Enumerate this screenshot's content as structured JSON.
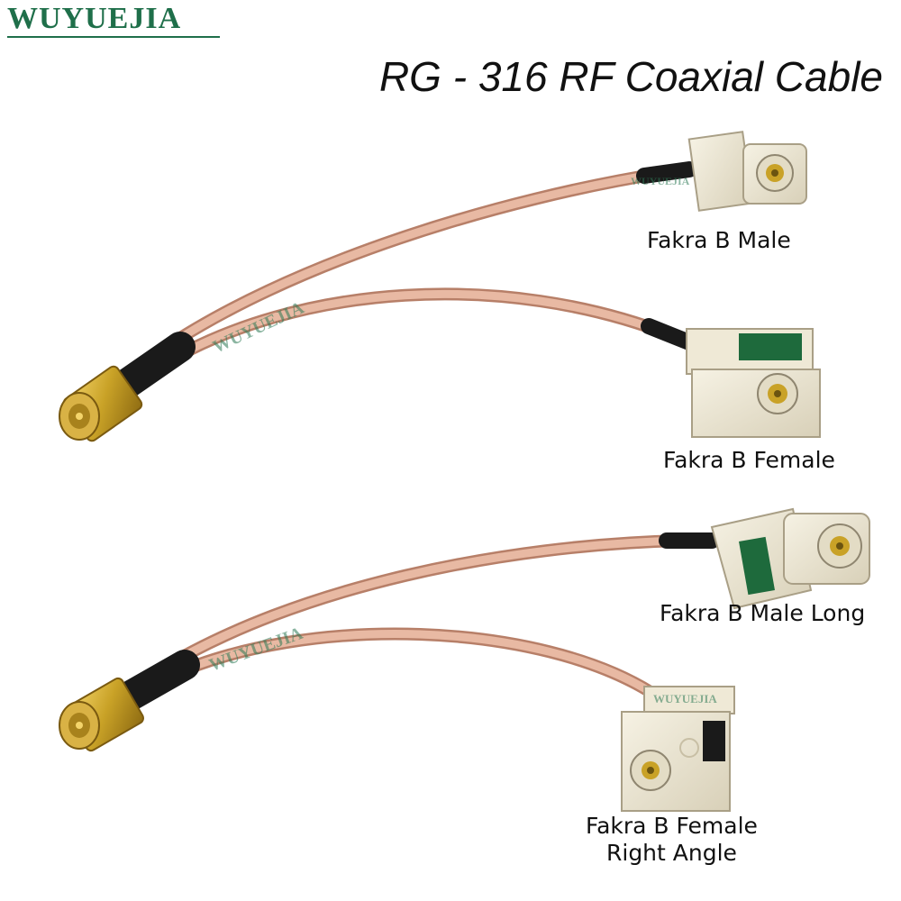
{
  "brand": {
    "name": "WUYUEJIA"
  },
  "headline": "RG - 316 RF Coaxial Cable",
  "labels": {
    "fakra_b_male": "Fakra B Male",
    "fakra_b_female": "Fakra B Female",
    "fakra_b_male_long": "Fakra B Male Long",
    "fakra_b_female_right_angle_line1": "Fakra B Female",
    "fakra_b_female_right_angle_line2": "Right Angle"
  },
  "colors": {
    "brand": "#1f6f4a",
    "cable": "#d9a48c",
    "connector_body": "#ece6d2",
    "sma_gold": "#c9a227"
  }
}
